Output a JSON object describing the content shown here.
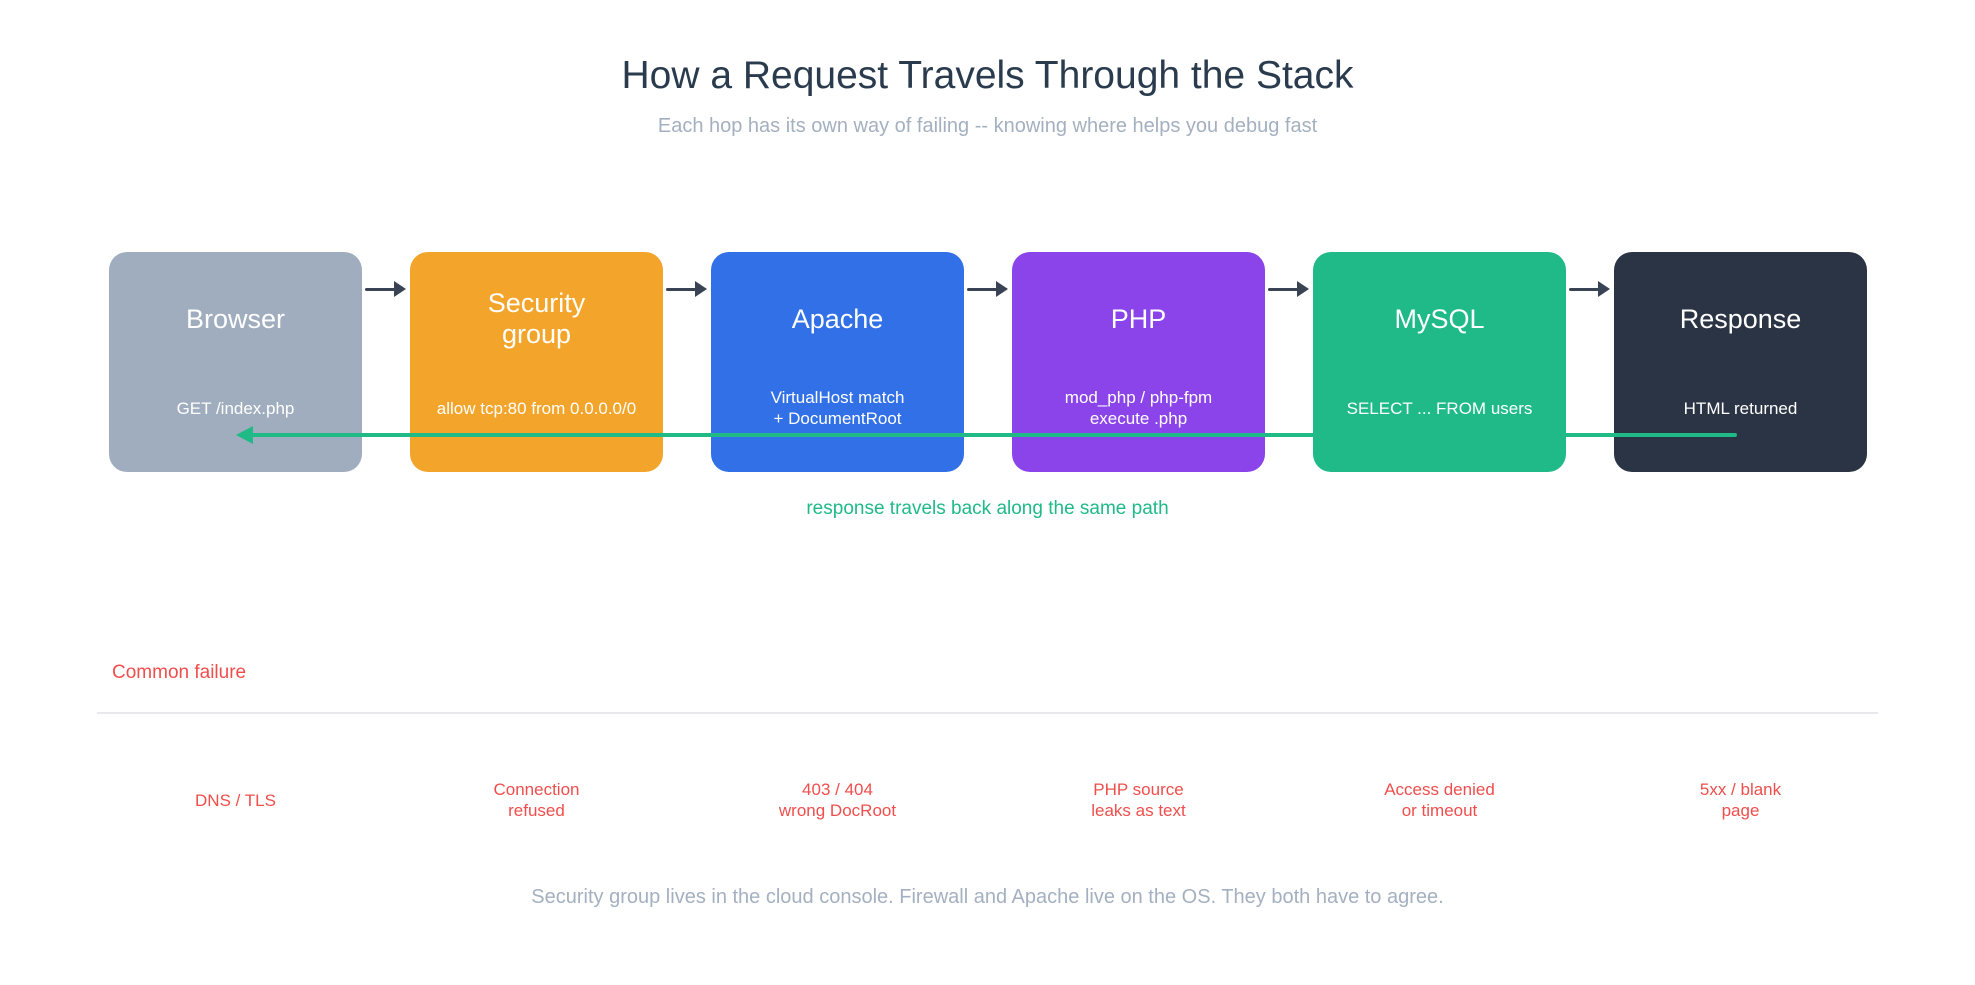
{
  "header": {
    "title": "How a Request Travels Through the Stack",
    "subtitle": "Each hop has its own way of failing -- knowing where helps you debug fast"
  },
  "flow": {
    "nodes": [
      {
        "label": "Browser",
        "detail": "GET /index.php",
        "color": "#9FADBE"
      },
      {
        "label": "Security\ngroup",
        "detail": "allow tcp:80 from 0.0.0.0/0",
        "color": "#F3A42A"
      },
      {
        "label": "Apache",
        "detail": "VirtualHost match\n+ DocumentRoot",
        "color": "#3170E6"
      },
      {
        "label": "PHP",
        "detail": "mod_php / php-fpm\nexecute .php",
        "color": "#8B44EA"
      },
      {
        "label": "MySQL",
        "detail": "SELECT ... FROM users",
        "color": "#1FBA88"
      },
      {
        "label": "Response",
        "detail": "HTML returned",
        "color": "#2B3444"
      }
    ]
  },
  "return_path": {
    "label": "response travels back along the same path"
  },
  "failures": {
    "heading": "Common failure",
    "items": [
      "DNS / TLS",
      "Connection\nrefused",
      "403 / 404\nwrong DocRoot",
      "PHP source\nleaks as text",
      "Access denied\nor timeout",
      "5xx / blank\npage"
    ]
  },
  "footer": {
    "note": "Security group lives in the cloud console. Firewall and Apache live on the OS. They both have to agree."
  },
  "colors": {
    "title_dark": "#2B3B4E",
    "muted_gray": "#A4B0C0",
    "arrow_dark": "#3A4353",
    "return_green": "#1FBA85",
    "failure_red": "#EF4E4C",
    "divider": "#E7E9EC"
  }
}
